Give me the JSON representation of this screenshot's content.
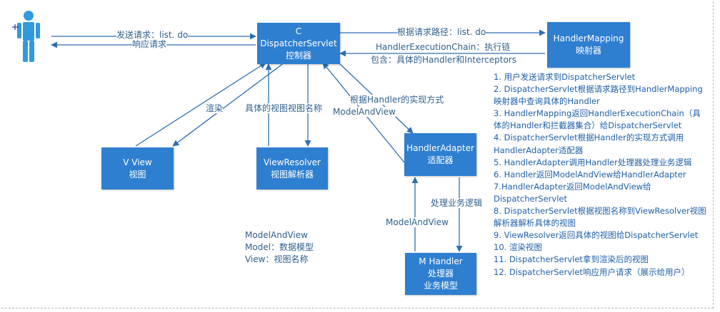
{
  "boxes": {
    "dispatcher": {
      "line1": "C",
      "line2": "DispatcherServlet",
      "line3": "控制器"
    },
    "handler_mapping": {
      "line1": "HandlerMapping",
      "line2": "映射器"
    },
    "view": {
      "line1": "V  View",
      "line2": "视图"
    },
    "view_resolver": {
      "line1": "ViewResolver",
      "line2": "视图解析器"
    },
    "handler_adapter": {
      "line1": "HandlerAdapter",
      "line2": "适配器"
    },
    "handler": {
      "line1": "M  Handler",
      "line2": "处理器",
      "line3": "业务模型"
    }
  },
  "labels": {
    "send_request": "发送请求：list. do",
    "response": "响应请求",
    "find_by_path": "根据请求路径：list. do",
    "chain": "HandlerExecutionChain：执行链",
    "chain_contains": "包含：具体的Handler和Interceptors",
    "render": "渲染",
    "view_name": "具体的视图视图名称",
    "by_impl": "根据Handler的实现方式",
    "model_and_view_1": "ModelAndView",
    "process_logic": "处理业务逻辑",
    "model_and_view_2": "ModelAndView"
  },
  "legend": [
    "ModelAndView",
    "Model：数据模型",
    "View：视图名称"
  ],
  "steps": [
    "1. 用户发送请求到DispatcherServlet",
    "2. DispatcherServlet根据请求路径到HandlerMapping映射器中查询具体的Handler",
    "3. HandlerMapping返回HandlerExecutionChain（具体的Handler和拦截器集合）给DispatcherServlet",
    "4. DispatcherServlet根据Handler的实现方式调用HandlerAdapter适配器",
    "5. HandlerAdapter调用Handler处理器处理业务逻辑",
    "6. Handler返回ModelAndView给HandlerAdapter",
    "7.HandlerAdapter返回ModelAndView给DispatcherServlet",
    "8. DispatcherServlet根据视图名称到ViewResolver视图解析器解析具体的视图",
    "9. ViewResolver返回具体的视图给DispatcherServlet",
    "10. 渲染视图",
    "11. DispatcherServlet拿到渲染后的视图",
    "12. DispatcherServlet响应用户请求（展示给用户）"
  ],
  "colors": {
    "box": "#2e7fd0",
    "arrow": "#2e6fb0",
    "text": "#1f5fa8"
  }
}
